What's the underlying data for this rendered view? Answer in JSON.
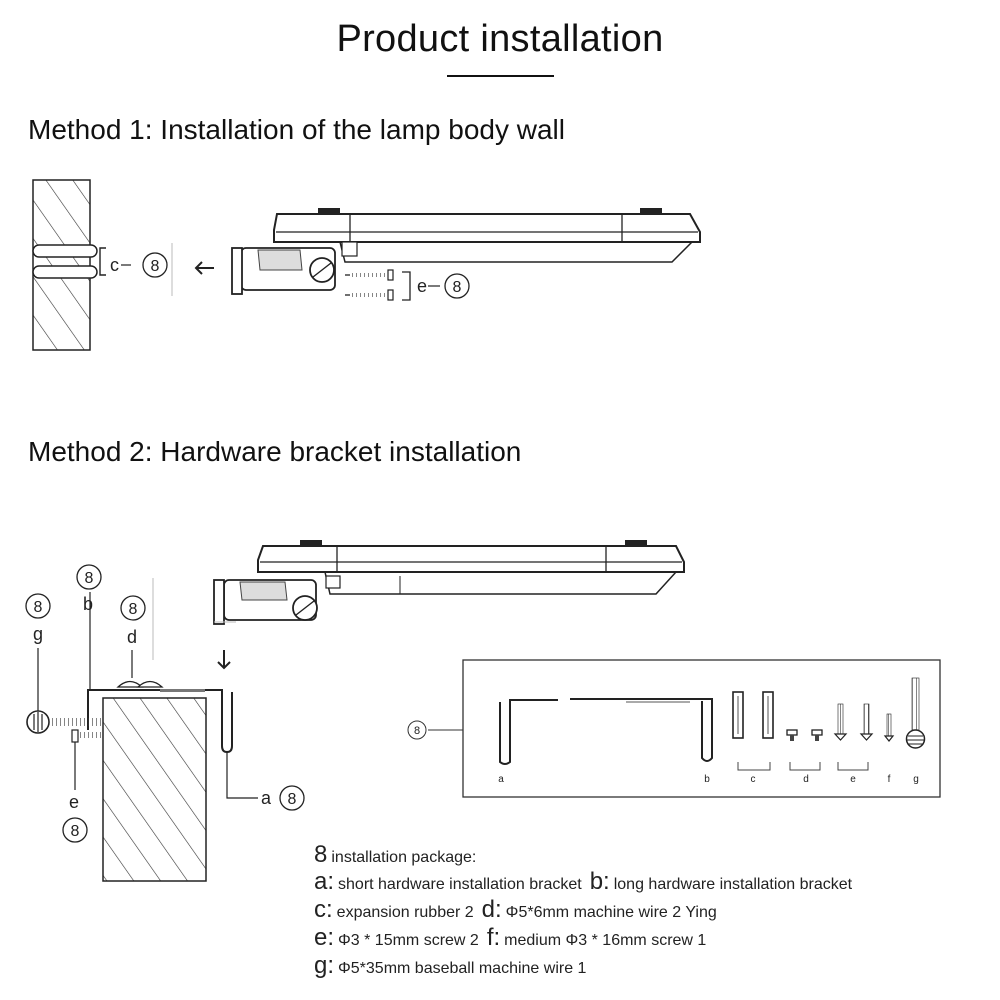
{
  "title": "Product installation",
  "method1": {
    "heading": "Method 1: Installation of the lamp body wall",
    "callout_c": "c",
    "callout_c_qty": "8",
    "callout_e": "e",
    "callout_e_qty": "8"
  },
  "method2": {
    "heading": "Method 2: Hardware bracket installation",
    "labels": {
      "g": "g",
      "g_qty": "8",
      "b": "b",
      "b_qty": "8",
      "d": "d",
      "d_qty": "8",
      "e": "e",
      "e_qty": "8",
      "a": "a",
      "a_qty": "8"
    }
  },
  "package_box": {
    "qty": "8",
    "item_labels": [
      "a",
      "b",
      "c",
      "d",
      "e",
      "f",
      "g"
    ]
  },
  "legend": {
    "count": "8",
    "heading": "installation package:",
    "items": [
      {
        "letter": "a:",
        "text": "short hardware installation bracket"
      },
      {
        "letter": "b:",
        "text": "long hardware installation bracket"
      },
      {
        "letter": "c:",
        "text": "expansion rubber 2"
      },
      {
        "letter": "d:",
        "text": "Φ5*6mm machine wire 2 Ying"
      },
      {
        "letter": "e:",
        "text": "Φ3 * 15mm screw 2"
      },
      {
        "letter": "f:",
        "text": "medium Φ3 * 16mm screw 1"
      },
      {
        "letter": "g:",
        "text": "Φ5*35mm baseball machine wire 1"
      }
    ]
  },
  "colors": {
    "line": "#222222",
    "light": "#bbbbbb",
    "background": "#ffffff"
  }
}
